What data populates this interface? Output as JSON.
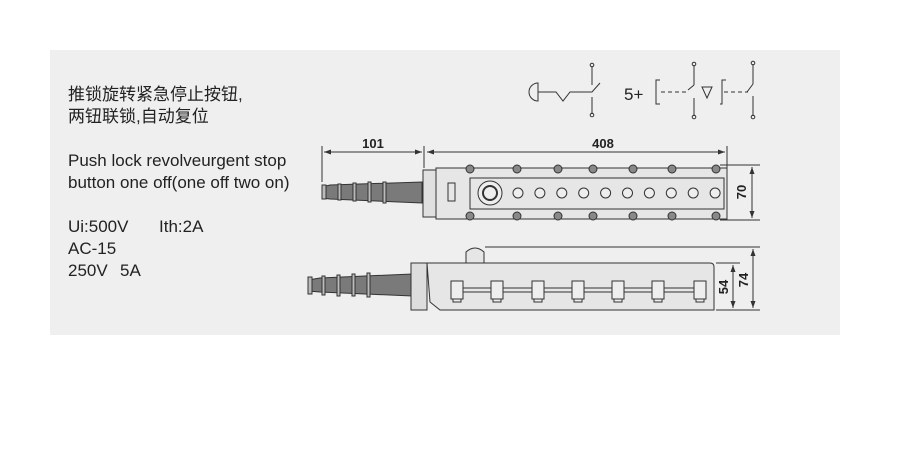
{
  "title_cn": [
    "推锁旋转紧急停止按钮,",
    "两钮联锁,自动复位"
  ],
  "title_en": [
    "Push lock revolveurgent stop",
    "button one off(one off two on)"
  ],
  "specs": {
    "ui": "Ui:500V",
    "ith": "Ith:2A",
    "ac": "AC-15",
    "rating_v": "250V",
    "rating_a": "5A"
  },
  "symbol_label": "5+",
  "dimensions": {
    "handle": "101",
    "length": "408",
    "width": "70",
    "body_height": "54",
    "total_height": "74"
  }
}
